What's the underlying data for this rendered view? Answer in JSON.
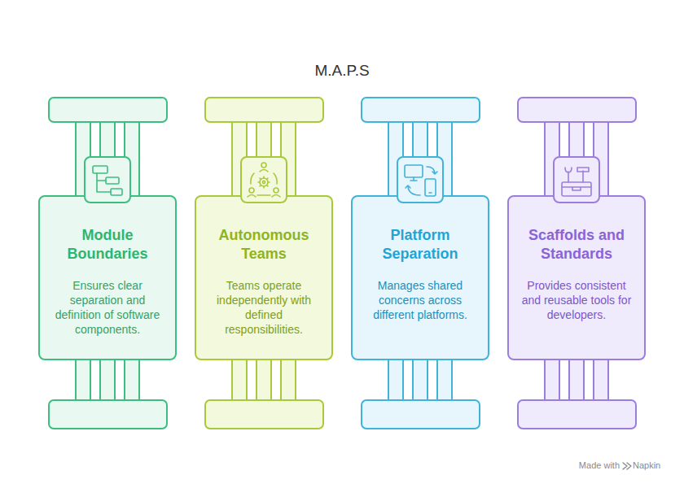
{
  "diagram": {
    "title": "M.A.P.S",
    "nodes": [
      {
        "text": [
          "Module Boundaries",
          "Ensures clear separation and definition of software components."
        ]
      },
      {
        "text": [
          "Autonomous Teams",
          "Teams operate independently with defined responsibilities."
        ]
      },
      {
        "text": [
          "Platform Separation",
          "Manages shared concerns across different platforms."
        ]
      },
      {
        "text": [
          "Scaffolds and Standards",
          "Provides consistent and reusable tools for developers."
        ]
      }
    ],
    "labels": [
      "Made with",
      "Napkin"
    ]
  }
}
